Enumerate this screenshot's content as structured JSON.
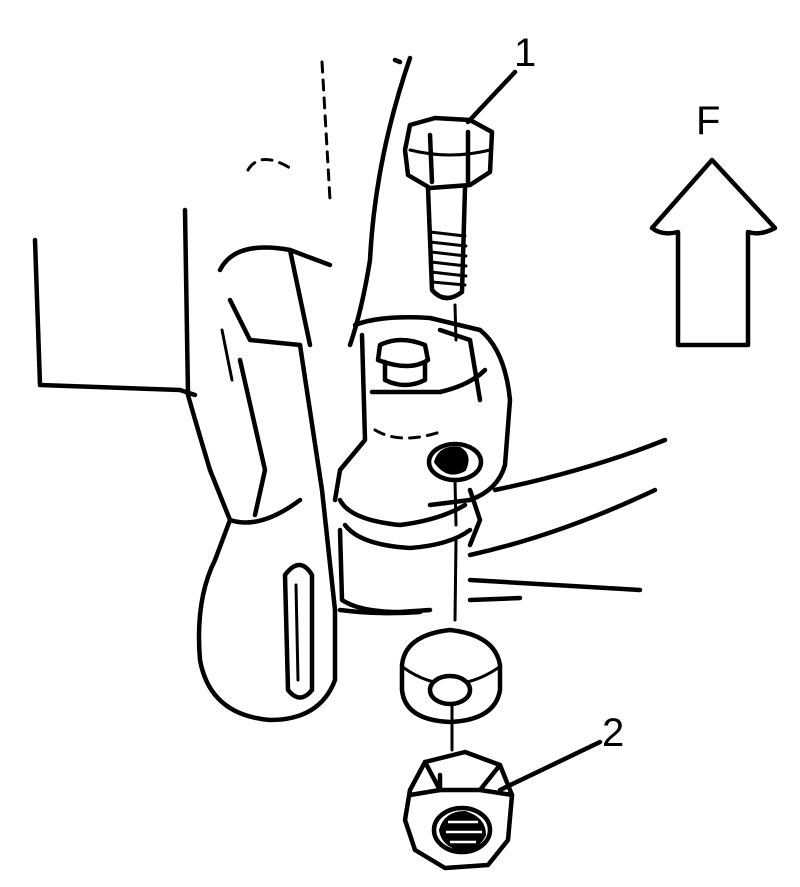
{
  "labels": {
    "bolt_callout": "1",
    "nut_callout": "2",
    "direction_marker": "F"
  }
}
